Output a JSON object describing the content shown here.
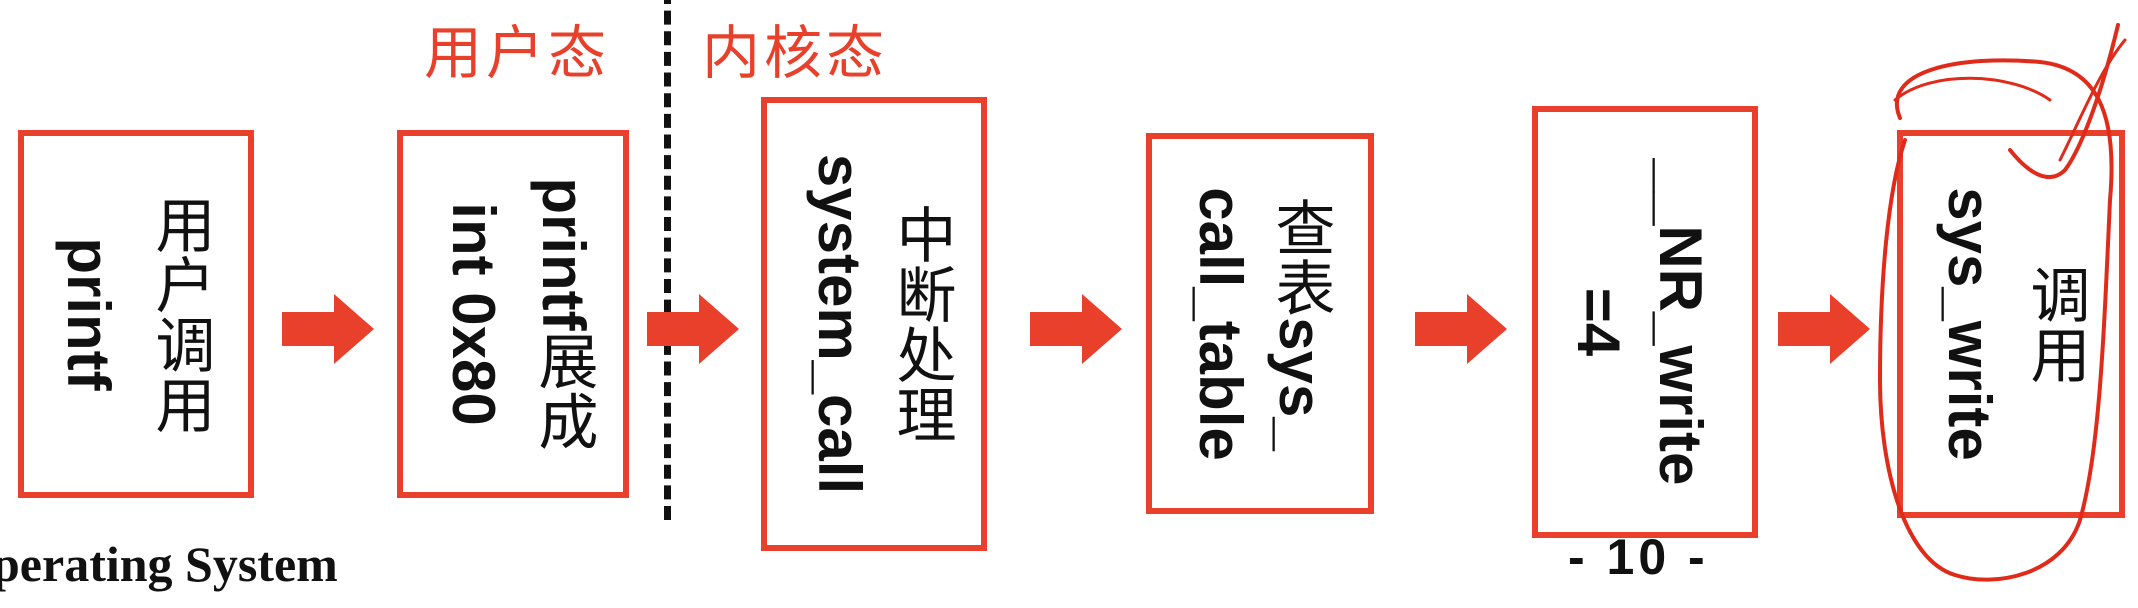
{
  "regions": {
    "user_mode": "用户态",
    "kernel_mode": "内核态"
  },
  "steps": [
    {
      "cjk_line": "用户调用",
      "latin_line": "printf"
    },
    {
      "latin_line_1": "printf",
      "cjk_suffix": "展成",
      "latin_line_2": "int 0x80"
    },
    {
      "latin_line": "system_call",
      "cjk_line": "中断处理"
    },
    {
      "latin_line": "call_table",
      "cjk_prefix": "查表",
      "latin_suffix": "sys_"
    },
    {
      "latin_line_1": "__NR_write",
      "latin_line_2": "=4"
    },
    {
      "latin_line": "sys_write",
      "cjk_line": "调用"
    }
  ],
  "footer": {
    "course": "perating System",
    "page": "- 10 -"
  },
  "colors": {
    "accent": "#e8402a",
    "text": "#111111",
    "background": "#ffffff"
  }
}
